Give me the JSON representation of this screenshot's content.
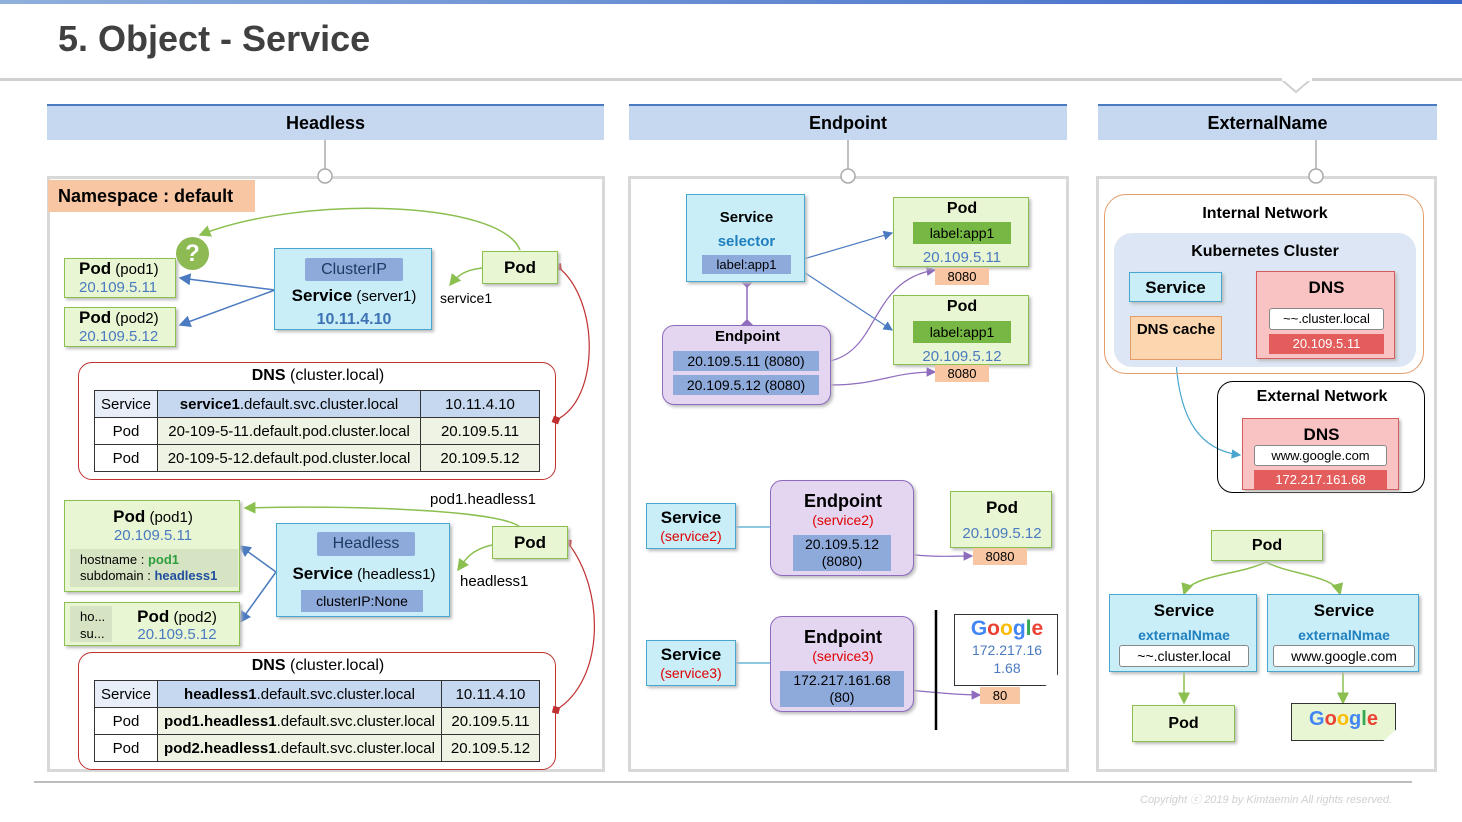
{
  "title": "5. Object - Service",
  "headers": {
    "headless": "Headless",
    "endpoint": "Endpoint",
    "externalname": "ExternalName"
  },
  "headless": {
    "namespace": "Namespace : default",
    "question": "?",
    "pod1": {
      "label": "Pod",
      "name": "(pod1)",
      "ip": "20.109.5.11"
    },
    "pod2": {
      "label": "Pod",
      "name": "(pod2)",
      "ip": "20.109.5.12"
    },
    "service": {
      "type": "ClusterIP",
      "label": "Service",
      "name": "(server1)",
      "ip": "10.11.4.10"
    },
    "client_pod": "Pod",
    "client_label": "service1",
    "dns1": {
      "title": "DNS",
      "domain": "(cluster.local)",
      "rows": [
        [
          "Service",
          "service1",
          ".default.svc.cluster.local",
          "10.11.4.10"
        ],
        [
          "Pod",
          "",
          "20-109-5-11.default.pod.cluster.local",
          "20.109.5.11"
        ],
        [
          "Pod",
          "",
          "20-109-5-12.default.pod.cluster.local",
          "20.109.5.12"
        ]
      ]
    },
    "hpod1": {
      "label": "Pod",
      "name": "(pod1)",
      "ip": "20.109.5.11",
      "hostname_key": "hostname :",
      "hostname_val": "pod1",
      "subdomain_key": "subdomain :",
      "subdomain_val": "headless1"
    },
    "hpod2": {
      "label": "Pod",
      "name": "(pod2)",
      "ip": "20.109.5.12",
      "ho": "ho...",
      "su": "su..."
    },
    "hservice": {
      "type": "Headless",
      "label": "Service",
      "name": "(headless1)",
      "clusterip": "clusterIP:None"
    },
    "hclient_pod": "Pod",
    "hclient_top_label": "pod1.headless1",
    "hclient_label": "headless1",
    "dns2": {
      "title": "DNS",
      "domain": "(cluster.local)",
      "rows": [
        [
          "Service",
          "headless1",
          ".default.svc.cluster.local",
          "10.11.4.10"
        ],
        [
          "Pod",
          "pod1.headless1",
          ".default.svc.cluster.local",
          "20.109.5.11"
        ],
        [
          "Pod",
          "pod2.headless1",
          ".default.svc.cluster.local",
          "20.109.5.12"
        ]
      ]
    }
  },
  "endpoint": {
    "svc1": {
      "label": "Service",
      "selector": "selector",
      "sel_label": "label:app1"
    },
    "pod_a": {
      "label": "Pod",
      "app": "label:app1",
      "ip": "20.109.5.11",
      "port": "8080"
    },
    "pod_b": {
      "label": "Pod",
      "app": "label:app1",
      "ip": "20.109.5.12",
      "port": "8080"
    },
    "ep1": {
      "label": "Endpoint",
      "addr1": "20.109.5.11 (8080)",
      "addr2": "20.109.5.12 (8080)"
    },
    "svc2": {
      "label": "Service",
      "name": "(service2)"
    },
    "ep2": {
      "label": "Endpoint",
      "name": "(service2)",
      "addr": "20.109.5.12",
      "port": "(8080)"
    },
    "pod_c": {
      "label": "Pod",
      "ip": "20.109.5.12",
      "port": "8080"
    },
    "svc3": {
      "label": "Service",
      "name": "(service3)"
    },
    "ep3": {
      "label": "Endpoint",
      "name": "(service3)",
      "addr": "172.217.161.68",
      "port": "(80)"
    },
    "google": {
      "logo": "Google",
      "ip_line1": "172.217.16",
      "ip_line2": "1.68",
      "port": "80"
    }
  },
  "external": {
    "internal_network": "Internal Network",
    "k8s_cluster": "Kubernetes Cluster",
    "service": "Service",
    "dns_cache": "DNS cache",
    "dns": {
      "label": "DNS",
      "domain": "~~.cluster.local",
      "ip": "20.109.5.11"
    },
    "external_network": "External Network",
    "ext_dns": {
      "label": "DNS",
      "domain": "www.google.com",
      "ip": "172.217.161.68"
    },
    "pod": "Pod",
    "svc_left": {
      "label": "Service",
      "type": "externalNmae",
      "value": "~~.cluster.local"
    },
    "svc_right": {
      "label": "Service",
      "type": "externalNmae",
      "value": "www.google.com"
    },
    "pod_bottom": "Pod",
    "google": "Google"
  },
  "copyright": "Copyright ⓒ 2019 by Kimtaemin All rights reserved."
}
